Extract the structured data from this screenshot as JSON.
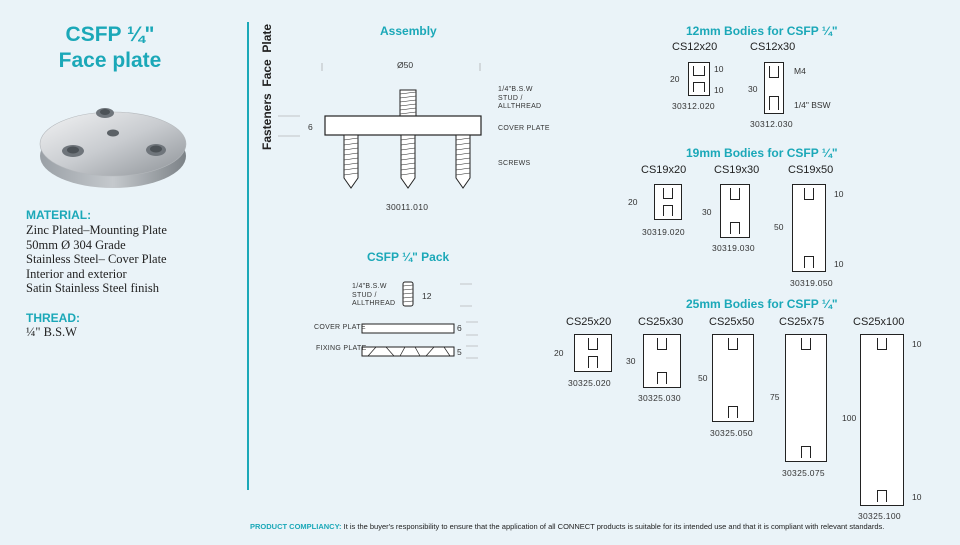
{
  "left": {
    "title_line1": "CSFP ¼\"",
    "title_line2": "Face plate",
    "material_head": "MATERIAL:",
    "material_lines": [
      "Zinc Plated–Mounting Plate",
      "50mm Ø 304 Grade",
      "Stainless Steel– Cover Plate",
      "Interior and exterior",
      "Satin Stainless Steel finish"
    ],
    "thread_head": "THREAD:",
    "thread_value": "¼\" B.S.W"
  },
  "assembly": {
    "title": "Assembly",
    "diameter": "Ø50",
    "side_label": "Fasteners  Face  Plate",
    "thickness": "6",
    "stud_label": [
      "1/4\"B.S.W",
      "STUD /",
      "ALLTHREAD"
    ],
    "cover_label": "COVER PLATE",
    "screws_label": "SCREWS",
    "code": "30011.010"
  },
  "pack": {
    "title": "CSFP ¼\"  Pack",
    "stud_label": [
      "1/4\"B.S.W",
      "STUD /",
      "ALLTHREAD"
    ],
    "stud_dim": "12",
    "cover_label": "COVER PLATE",
    "cover_dim": "6",
    "fixing_label": "FIXING PLATE",
    "fixing_dim": "5"
  },
  "bodies12": {
    "title": "12mm Bodies for CSFP ¼\"",
    "a_name": "CS12x20",
    "a_dim": "20",
    "a_top": "10",
    "a_bot": "10",
    "a_code": "30312.020",
    "b_name": "CS12x30",
    "b_dim": "30",
    "b_top": "M4",
    "b_bot": "1/4\" BSW",
    "b_code": "30312.030"
  },
  "bodies19": {
    "title": "19mm Bodies for CSFP ¼\"",
    "a_name": "CS19x20",
    "a_dim": "20",
    "a_code": "30319.020",
    "b_name": "CS19x30",
    "b_dim": "30",
    "b_code": "30319.030",
    "c_name": "CS19x50",
    "c_dim": "50",
    "c_top": "10",
    "c_bot": "10",
    "c_code": "30319.050"
  },
  "bodies25": {
    "title": "25mm Bodies for CSFP ¼\"",
    "a_name": "CS25x20",
    "a_dim": "20",
    "a_code": "30325.020",
    "b_name": "CS25x30",
    "b_dim": "30",
    "b_code": "30325.030",
    "c_name": "CS25x50",
    "c_dim": "50",
    "c_code": "30325.050",
    "d_name": "CS25x75",
    "d_dim": "75",
    "d_code": "30325.075",
    "e_name": "CS25x100",
    "e_dim": "100",
    "e_top": "10",
    "e_bot": "10",
    "e_code": "30325.100"
  },
  "footer": {
    "head": "PRODUCT COMPLIANCY:",
    "text": " It is the buyer's responsibility to ensure that the application of all CONNECT products is suitable for its intended use and that it is compliant with relevant standards."
  },
  "colors": {
    "accent": "#1ba8b8",
    "background": "#eaf3f8"
  }
}
